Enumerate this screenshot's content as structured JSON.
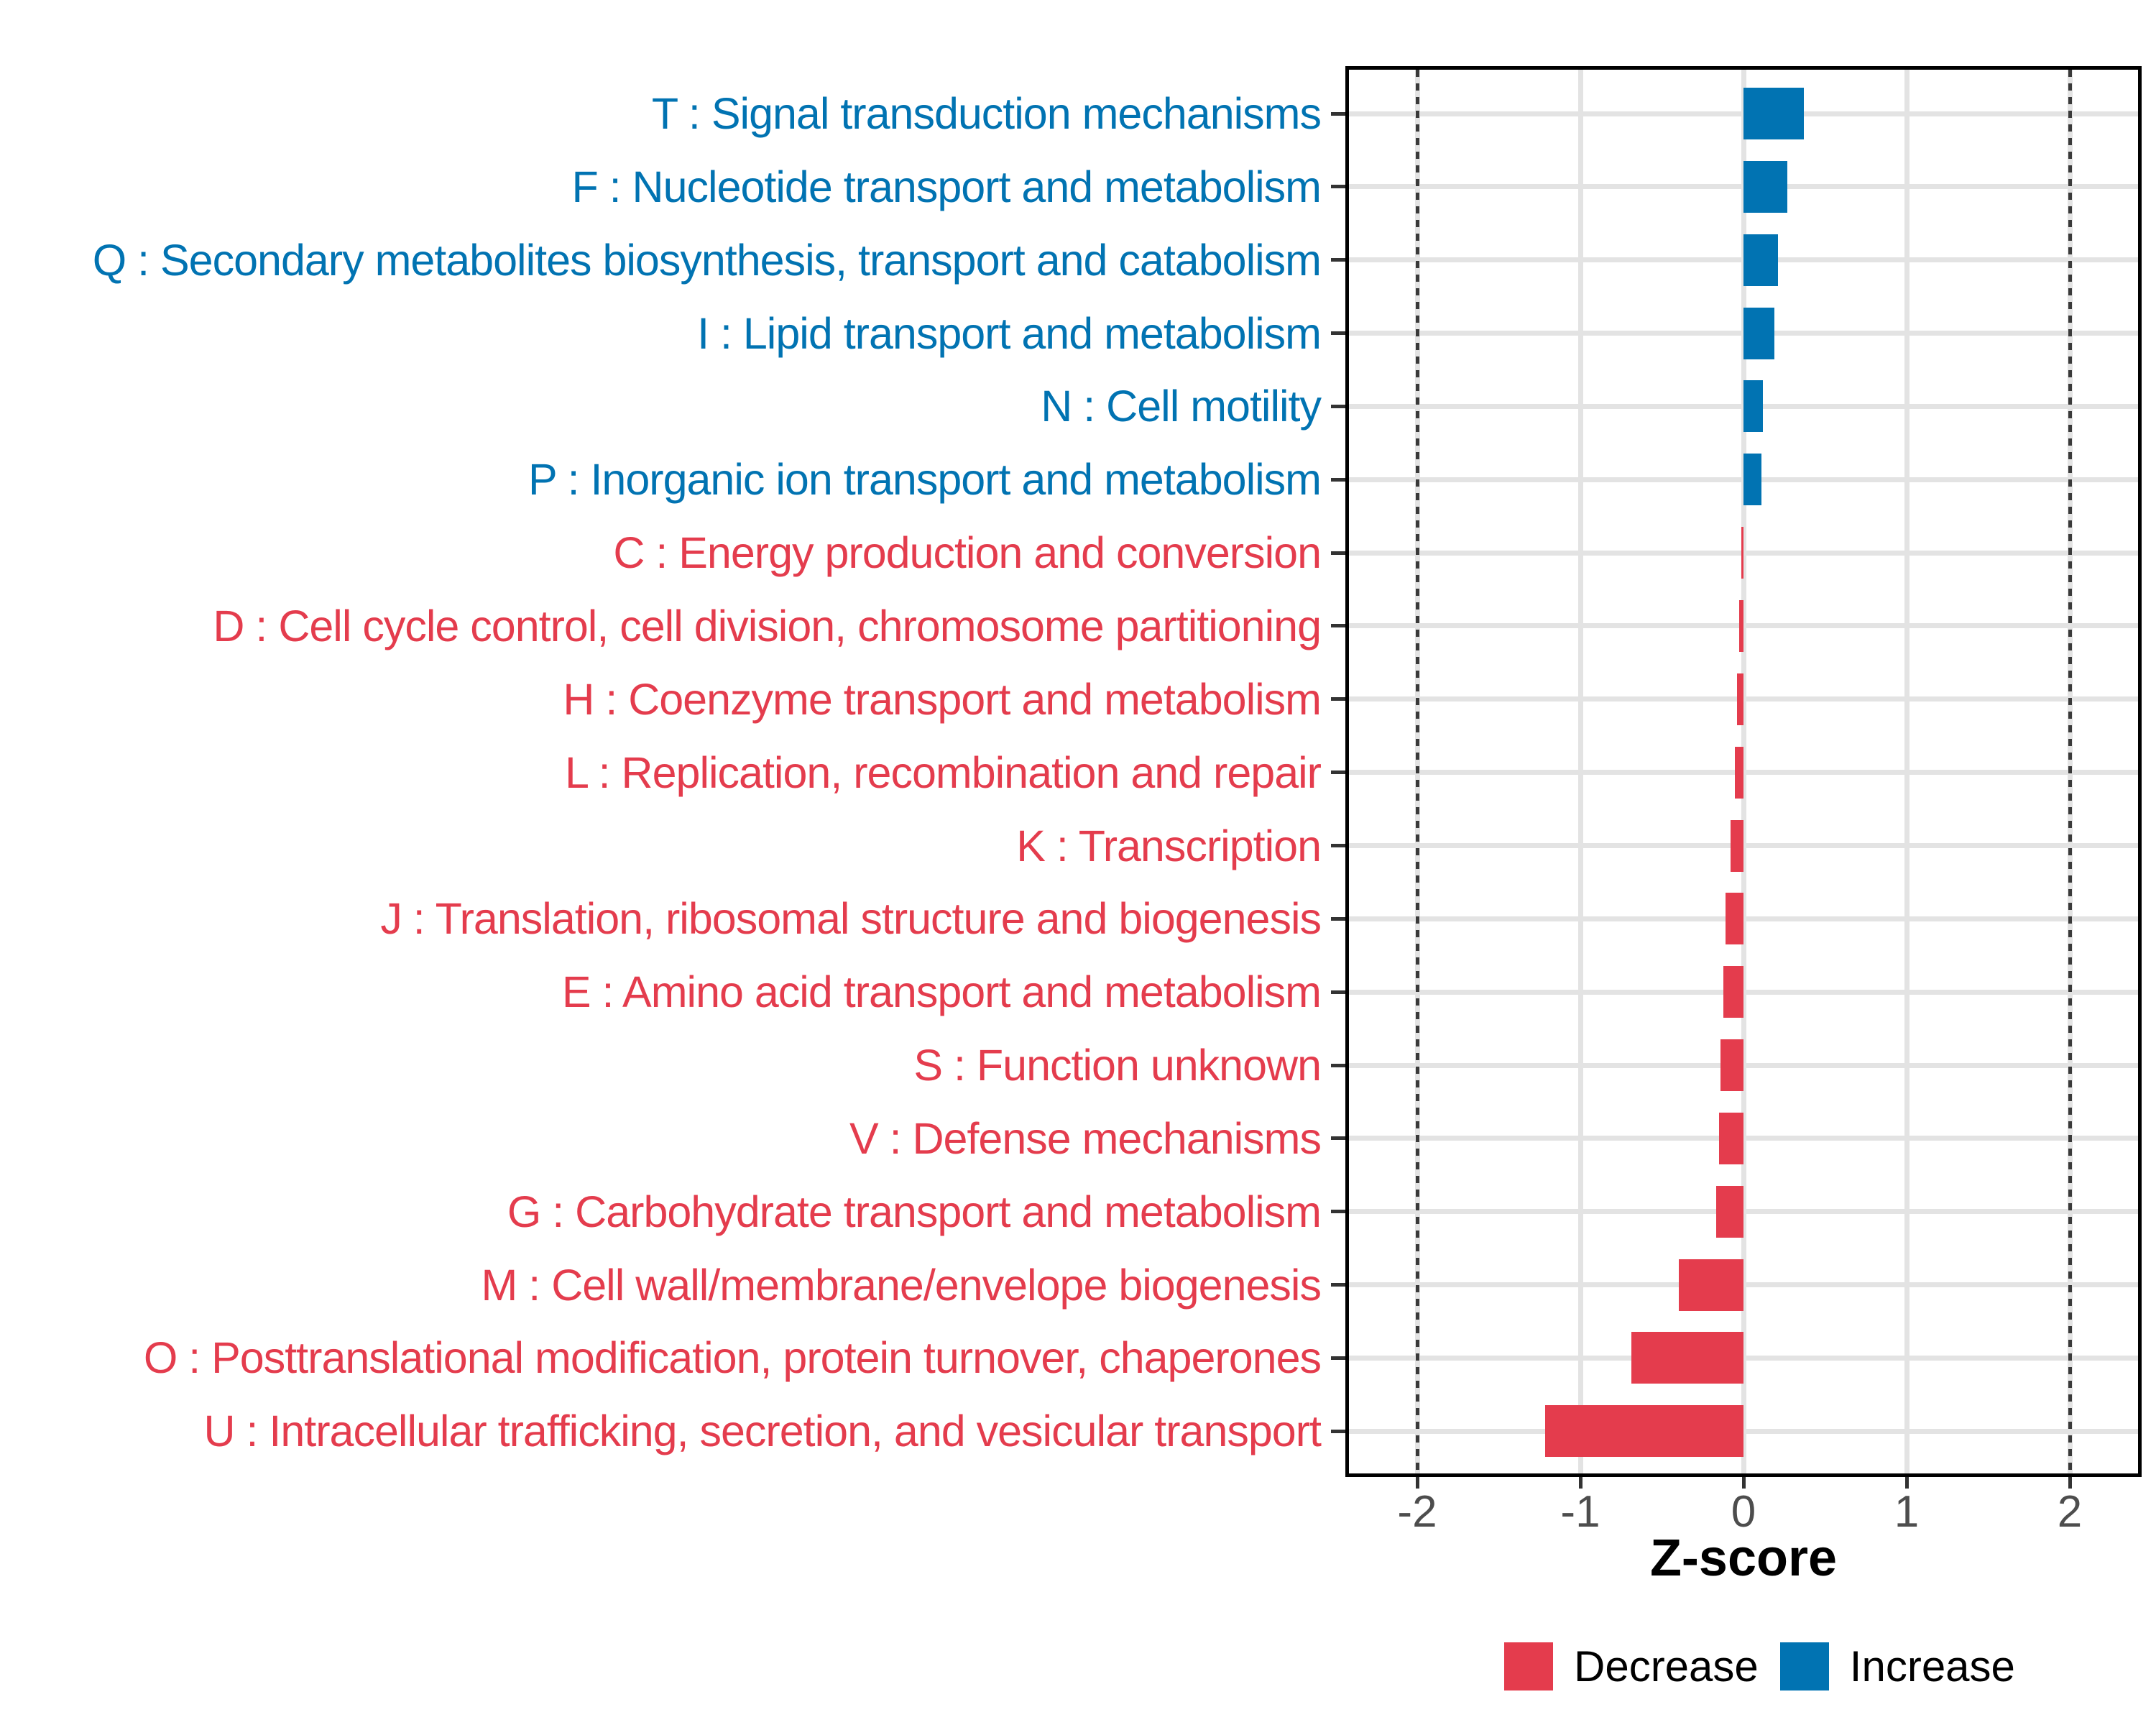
{
  "chart_data": {
    "type": "bar",
    "orientation": "horizontal",
    "title": "",
    "xlabel": "Z-score",
    "x_ticks": [
      -2,
      -1,
      0,
      1,
      2
    ],
    "x_tick_labels": [
      "-2",
      "-1",
      "0",
      "1",
      "2"
    ],
    "xlim": [
      -2.42,
      2.42
    ],
    "reference_lines": [
      -2,
      2
    ],
    "grid": "on",
    "legend_position": "bottom",
    "categories": [
      {
        "label": "T : Signal transduction mechanisms",
        "value": 0.37,
        "group": "Increase"
      },
      {
        "label": "F : Nucleotide transport and metabolism",
        "value": 0.27,
        "group": "Increase"
      },
      {
        "label": "Q : Secondary metabolites biosynthesis, transport and catabolism",
        "value": 0.21,
        "group": "Increase"
      },
      {
        "label": "I : Lipid transport and metabolism",
        "value": 0.19,
        "group": "Increase"
      },
      {
        "label": "N : Cell motility",
        "value": 0.12,
        "group": "Increase"
      },
      {
        "label": "P : Inorganic ion transport and metabolism",
        "value": 0.11,
        "group": "Increase"
      },
      {
        "label": "C : Energy production and conversion",
        "value": -0.013,
        "group": "Decrease"
      },
      {
        "label": "D : Cell cycle control, cell division, chromosome partitioning",
        "value": -0.026,
        "group": "Decrease"
      },
      {
        "label": "H : Coenzyme transport and metabolism",
        "value": -0.04,
        "group": "Decrease"
      },
      {
        "label": "L : Replication, recombination and repair",
        "value": -0.053,
        "group": "Decrease"
      },
      {
        "label": "K : Transcription",
        "value": -0.079,
        "group": "Decrease"
      },
      {
        "label": "J : Translation, ribosomal structure and biogenesis",
        "value": -0.11,
        "group": "Decrease"
      },
      {
        "label": "E : Amino acid transport and metabolism",
        "value": -0.123,
        "group": "Decrease"
      },
      {
        "label": "S : Function unknown",
        "value": -0.14,
        "group": "Decrease"
      },
      {
        "label": "V : Defense mechanisms",
        "value": -0.15,
        "group": "Decrease"
      },
      {
        "label": "G : Carbohydrate transport and metabolism",
        "value": -0.167,
        "group": "Decrease"
      },
      {
        "label": "M : Cell wall/membrane/envelope biogenesis",
        "value": -0.396,
        "group": "Decrease"
      },
      {
        "label": "O : Posttranslational modification, protein turnover, chaperones",
        "value": -0.687,
        "group": "Decrease"
      },
      {
        "label": "U : Intracellular trafficking, secretion, and vesicular transport",
        "value": -1.216,
        "group": "Decrease"
      }
    ],
    "legend": [
      {
        "label": "Decrease",
        "color": "#E43C4D"
      },
      {
        "label": "Increase",
        "color": "#0173B2"
      }
    ],
    "colors": {
      "increase": "#0173B2",
      "decrease": "#E43C4D",
      "grid": "#E3E3E3",
      "axis_text": "#4D4D4D",
      "refline": "#3A3A3A",
      "panel_border": "#000000"
    }
  }
}
